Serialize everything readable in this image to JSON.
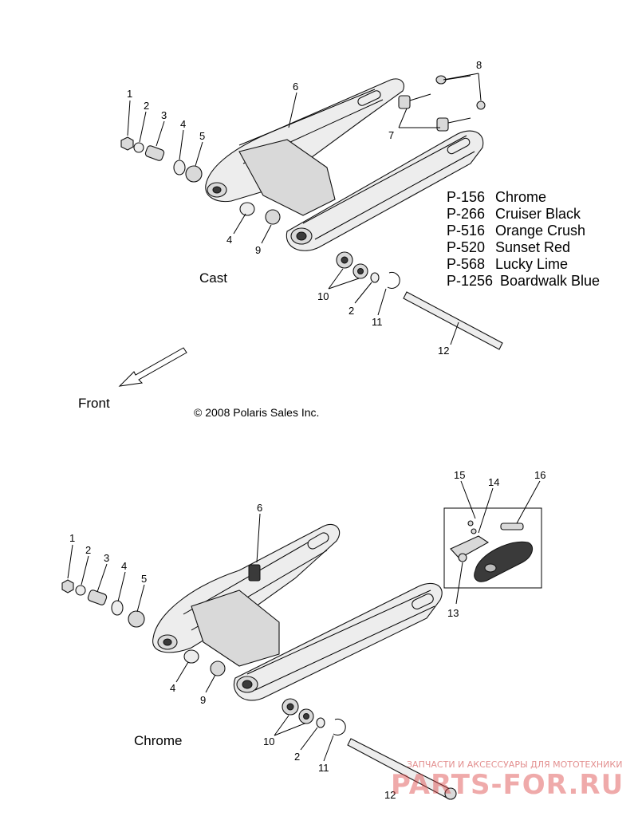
{
  "top": {
    "variant_label": "Cast",
    "direction_label": "Front",
    "copyright": "© 2008 Polaris Sales Inc.",
    "callouts": [
      "1",
      "2",
      "3",
      "4",
      "5",
      "6",
      "7",
      "8",
      "4",
      "9",
      "10",
      "2",
      "11",
      "12"
    ]
  },
  "legend": [
    {
      "code": "P-156",
      "color": "Chrome"
    },
    {
      "code": "P-266",
      "color": "Cruiser Black"
    },
    {
      "code": "P-516",
      "color": "Orange Crush"
    },
    {
      "code": "P-520",
      "color": "Sunset Red"
    },
    {
      "code": "P-568",
      "color": "Lucky Lime"
    },
    {
      "code": "P-1256",
      "color": "Boardwalk Blue"
    }
  ],
  "bottom": {
    "variant_label": "Chrome",
    "callouts": [
      "1",
      "2",
      "3",
      "4",
      "5",
      "6",
      "15",
      "14",
      "16",
      "13",
      "4",
      "9",
      "10",
      "2",
      "11",
      "12"
    ]
  },
  "watermark": {
    "tagline": "ЗАПЧАСТИ И АКСЕССУАРЫ ДЛЯ МОТОТЕХНИКИ",
    "brand": "PARTS-FOR.RU"
  }
}
